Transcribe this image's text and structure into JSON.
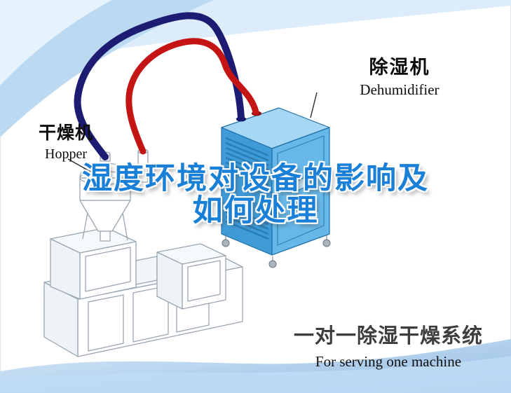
{
  "title": {
    "line1": "湿度环境对设备的影响及",
    "line2": "如何处理"
  },
  "machine_labels": {
    "dehumidifier": {
      "cn": "除湿机",
      "en": "Dehumidifier"
    },
    "hopper": {
      "cn": "干燥机",
      "en": "Hopper"
    }
  },
  "caption": {
    "cn": "一对一除湿干燥系统",
    "en": "For serving one machine"
  },
  "colors": {
    "title_blue": "#1a7fd6",
    "pipe_red": "#c41414",
    "pipe_navy": "#1c1c72",
    "cabinet_front_blue": "#3f9bd8",
    "cabinet_side_blue": "#67b8e9",
    "cabinet_top_blue": "#a6d7f4",
    "wave_blue": "#aacdeb",
    "line_art_gray": "#9aa6b2"
  },
  "icons": [
    "background-wave-top",
    "background-wave-bottom",
    "extruder-machine-illustration",
    "hopper-illustration",
    "dehumidifier-illustration",
    "pipe-navy",
    "pipe-red",
    "leader-line-dehumidifier",
    "leader-line-hopper"
  ]
}
